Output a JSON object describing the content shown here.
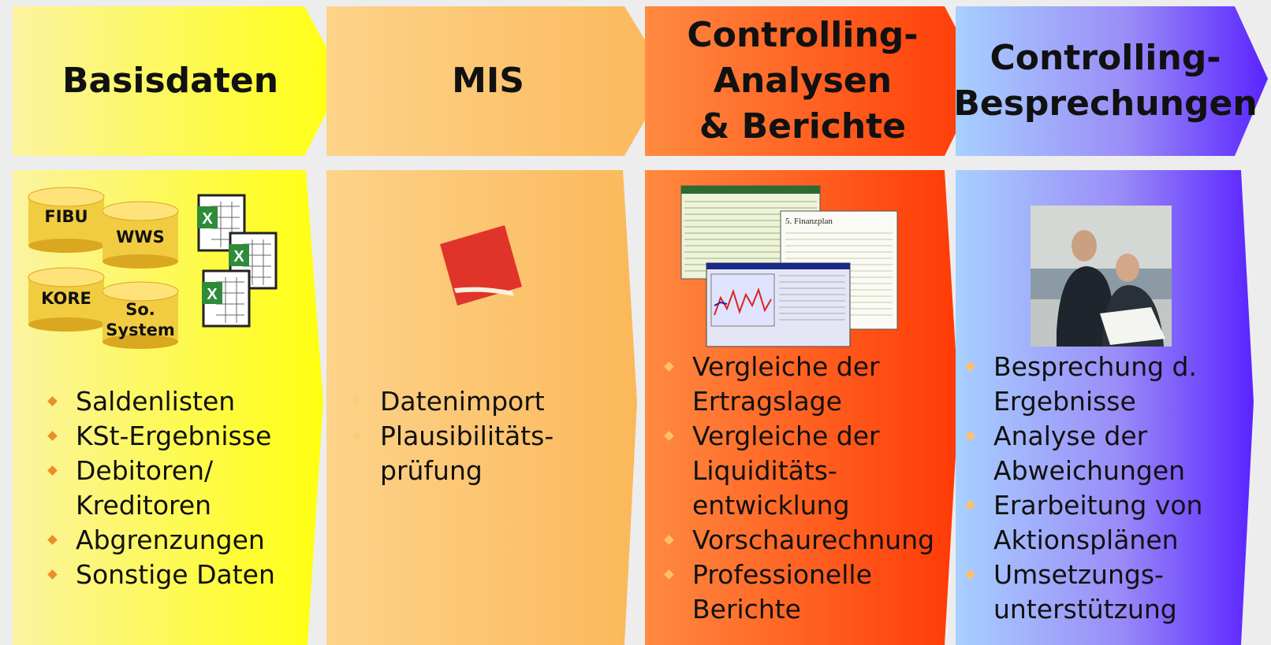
{
  "columns": [
    {
      "id": "basisdaten",
      "header": [
        "Basisdaten"
      ],
      "bullet_color": "#e8902a",
      "items": [
        "Saldenlisten",
        "KSt-Ergebnisse",
        "Debitoren/",
        "Kreditoren",
        "Abgrenzungen",
        "Sonstige Daten"
      ],
      "bullet_rows": [
        0,
        1,
        2,
        4,
        5
      ]
    },
    {
      "id": "mis",
      "header": [
        "MIS"
      ],
      "bullet_color": "#f4d07a",
      "items": [
        "Datenimport",
        "Plausibilitäts-",
        "prüfung"
      ],
      "bullet_rows": [
        0,
        1
      ]
    },
    {
      "id": "analysen",
      "header": [
        "Controlling-",
        "Analysen",
        "& Berichte"
      ],
      "bullet_color": "#ffc06a",
      "items": [
        "Vergleiche der",
        "Ertragslage",
        "Vergleiche der",
        "Liquiditäts-",
        "entwicklung",
        "Vorschaurechnung",
        "Professionelle",
        "Berichte"
      ],
      "bullet_rows": [
        0,
        2,
        5,
        6
      ]
    },
    {
      "id": "besprechungen",
      "header": [
        "Controlling-",
        "Besprechungen"
      ],
      "bullet_color": "#ffc06a",
      "items": [
        "Besprechung d.",
        "Ergebnisse",
        "Analyse der",
        "Abweichungen",
        "Erarbeitung von",
        "Aktionsplänen",
        "Umsetzungs-",
        "unterstützung"
      ],
      "bullet_rows": [
        0,
        2,
        4,
        6
      ]
    }
  ],
  "databases": [
    {
      "label": [
        "FIBU"
      ]
    },
    {
      "label": [
        "WWS"
      ]
    },
    {
      "label": [
        "KORE"
      ]
    },
    {
      "label": [
        "So.",
        "System"
      ]
    }
  ],
  "icons": [
    "database-icon",
    "spreadsheet-icon",
    "mis-logo-icon",
    "report-screenshot-icon",
    "meeting-photo-icon"
  ]
}
